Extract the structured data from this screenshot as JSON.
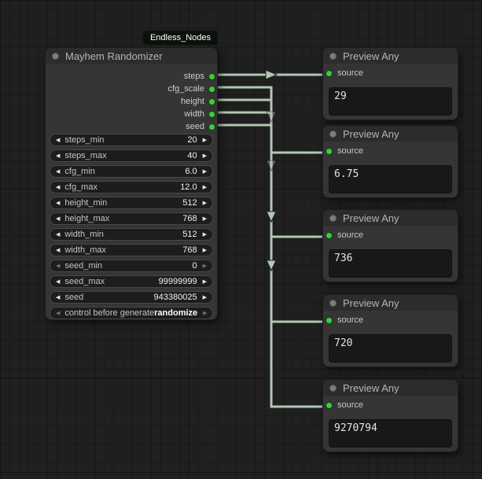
{
  "graph": {
    "badge_label": "Endless_Nodes"
  },
  "glyphs": {
    "left_arrow": "◀",
    "right_arrow": "▶"
  },
  "randomizer_node": {
    "title": "Mayhem Randomizer",
    "outputs": [
      "steps",
      "cfg_scale",
      "height",
      "width",
      "seed"
    ],
    "widgets": [
      {
        "label": "steps_min",
        "value": "20"
      },
      {
        "label": "steps_max",
        "value": "40"
      },
      {
        "label": "cfg_min",
        "value": "6.0"
      },
      {
        "label": "cfg_max",
        "value": "12.0"
      },
      {
        "label": "height_min",
        "value": "512"
      },
      {
        "label": "height_max",
        "value": "768"
      },
      {
        "label": "width_min",
        "value": "512"
      },
      {
        "label": "width_max",
        "value": "768"
      },
      {
        "label": "seed_min",
        "value": "0"
      },
      {
        "label": "seed_max",
        "value": "99999999"
      },
      {
        "label": "seed",
        "value": "943380025"
      },
      {
        "label": "control before generate",
        "value": "randomize"
      }
    ]
  },
  "preview_nodes": [
    {
      "title": "Preview Any",
      "input_label": "source",
      "value": "29"
    },
    {
      "title": "Preview Any",
      "input_label": "source",
      "value": "6.75"
    },
    {
      "title": "Preview Any",
      "input_label": "source",
      "value": "736"
    },
    {
      "title": "Preview Any",
      "input_label": "source",
      "value": "720"
    },
    {
      "title": "Preview Any",
      "input_label": "source",
      "value": "9270794"
    }
  ],
  "colors": {
    "port_green": "#3ecb3e",
    "wire": "#b4c7b4",
    "node_body": "#353535",
    "node_header": "#2c2c2c",
    "canvas_bg": "#202020"
  }
}
